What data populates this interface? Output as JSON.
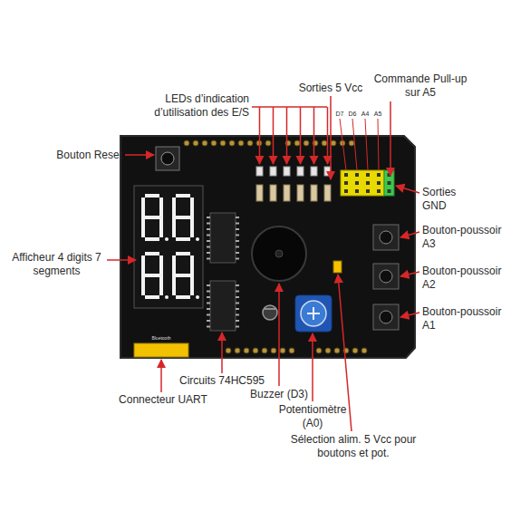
{
  "diagram": {
    "labels": [
      "LEDs d’indication d’utilisation des E/S",
      "Sorties 5 Vcc",
      "Commande Pull-up sur A5",
      "Bouton Reset",
      "Afficheur 4 digits 7 segments",
      "Sorties GND",
      "Bouton-poussoir A3",
      "Bouton-poussoir A2",
      "Bouton-poussoir A1",
      "Circuits 74HC595",
      "Connecteur UART",
      "Buzzer (D3)",
      "Potentiomètre (A0)",
      "Sélection alim. 5 Vcc pour boutons et pot.",
      "D7",
      "D6",
      "A4",
      "A5",
      "Bluetooth"
    ]
  }
}
